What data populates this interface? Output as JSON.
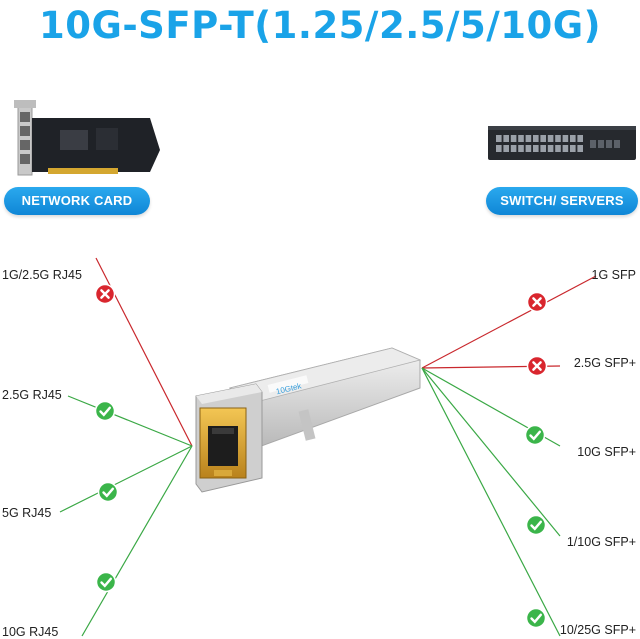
{
  "title": "10G-SFP-T(1.25/2.5/5/10G)",
  "left_device": {
    "label": "NETWORK CARD",
    "icon": "network-card-icon"
  },
  "right_device": {
    "label": "SWITCH/ SERVERS",
    "icon": "switch-icon"
  },
  "module": {
    "icon": "sfp-rj45-module-icon",
    "brand": "10Gtek"
  },
  "left_ports": [
    {
      "label": "1G/2.5G RJ45",
      "status": "incompatible"
    },
    {
      "label": "2.5G RJ45",
      "status": "compatible"
    },
    {
      "label": "5G RJ45",
      "status": "compatible"
    },
    {
      "label": "10G RJ45",
      "status": "compatible"
    }
  ],
  "right_ports": [
    {
      "label": "1G SFP",
      "status": "incompatible"
    },
    {
      "label": "2.5G SFP+",
      "status": "incompatible"
    },
    {
      "label": "10G SFP+",
      "status": "compatible"
    },
    {
      "label": "1/10G SFP+",
      "status": "compatible"
    },
    {
      "label": "10/25G SFP+",
      "status": "compatible"
    }
  ],
  "colors": {
    "accent": "#1aa3e8",
    "compatible": "#3bb54a",
    "incompatible": "#d9262e",
    "line_compatible": "#3aa845",
    "line_incompatible": "#c9282d"
  }
}
